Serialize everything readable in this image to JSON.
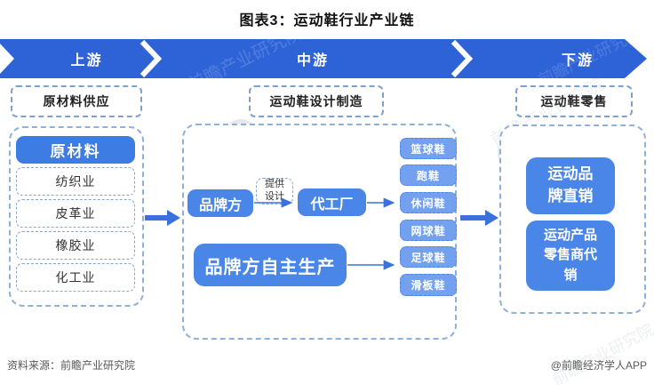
{
  "title": "图表3：运动鞋行业产业链",
  "stages": {
    "upstream": "上游",
    "midstream": "中游",
    "downstream": "下游"
  },
  "upstream": {
    "header": "原材料供应",
    "group_title": "原材料",
    "items": [
      "纺织业",
      "皮革业",
      "橡胶业",
      "化工业"
    ]
  },
  "midstream": {
    "header": "运动鞋设计制造",
    "brand": "品牌方",
    "design_note": "提供设计",
    "oem": "代工厂",
    "self_production": "品牌方自主生产",
    "shoe_types": [
      "篮球鞋",
      "跑鞋",
      "休闲鞋",
      "网球鞋",
      "足球鞋",
      "滑板鞋"
    ]
  },
  "downstream": {
    "header": "运动鞋零售",
    "channels": [
      "运动品牌直销",
      "运动产品零售商代销"
    ]
  },
  "footer": {
    "source": "资料来源：前瞻产业研究院",
    "credit": "@前瞻经济学人APP"
  },
  "watermark": {
    "brand_text": "前瞻产业研究院"
  },
  "colors": {
    "band_blue": "#2e63d7",
    "box_blue": "#4a86e8",
    "shoe_blue": "#73a1ef",
    "group_blue": "#3d7ce2",
    "arrow_blue": "#3a72dc"
  }
}
